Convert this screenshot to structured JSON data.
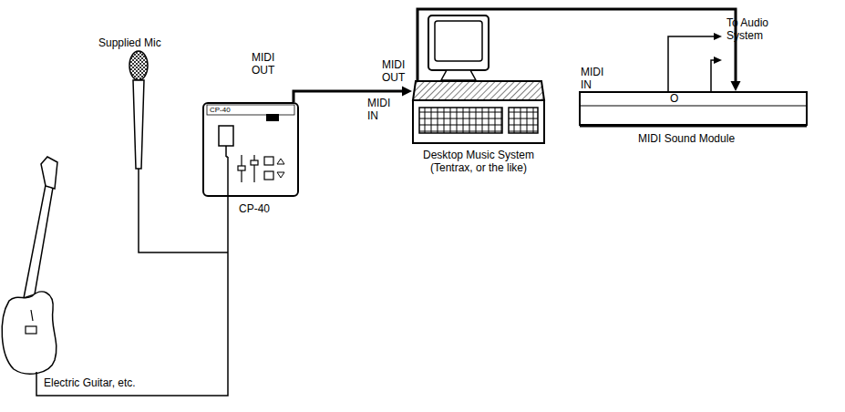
{
  "diagram": {
    "nodes": [
      {
        "text": [
          "CP-40",
          "CP-40"
        ]
      },
      {
        "text": [
          "Desktop Music System (Tentrax, or the like)"
        ]
      },
      {
        "text": [
          "O",
          "MIDI Sound Module"
        ]
      }
    ],
    "edges": [
      {
        "from": 0,
        "to": 1,
        "arrow": "to"
      },
      {
        "from": 1,
        "to": 2,
        "arrow": "to"
      }
    ],
    "labels": [
      "Supplied Mic",
      "MIDI OUT",
      "MIDI OUT",
      "MIDI IN",
      "MIDI IN",
      "To Audio System",
      "Electric Guitar, etc."
    ]
  }
}
